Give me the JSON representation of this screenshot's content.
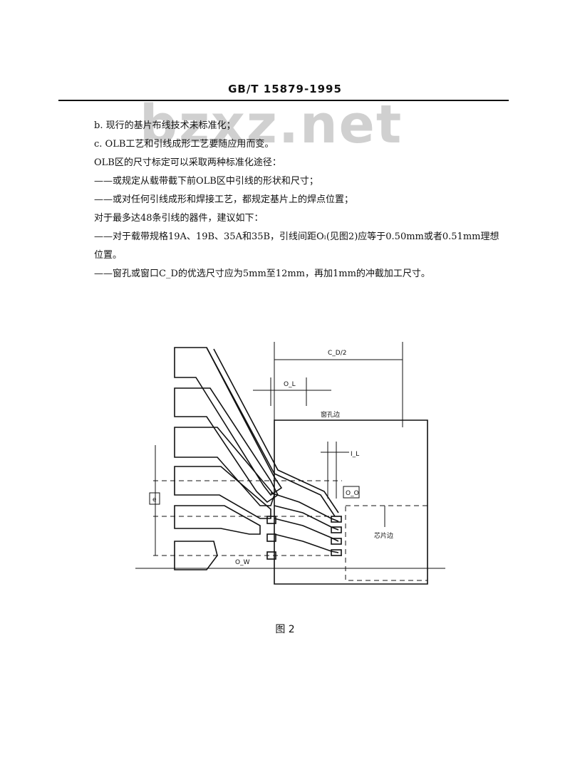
{
  "header": {
    "standard_code": "GB/T 15879-1995"
  },
  "watermark": {
    "text": "bzxz.net"
  },
  "body": {
    "item_b": "b.  现行的基片布线技术未标准化；",
    "item_c": "c.  OLB工艺和引线成形工艺要随应用而变。",
    "para_1": "OLB区的尺寸标定可以采取两种标准化途径：",
    "dash_1": "——或规定从载带截下前OLB区中引线的形状和尺寸；",
    "dash_2": "——或对任何引线成形和焊接工艺，都规定基片上的焊点位置；",
    "para_2": "对于最多达48条引线的器件，建议如下：",
    "dash_3": "——对于载带规格19A、19B、35A和35B，引线间距Oₗ(见图2)应等于0.50mm或者0.51mm理想",
    "dash_3_cont": "位置。",
    "dash_4": "——窗孔或窗口C_D的优选尺寸应为5mm至12mm，再加1mm的冲截加工尺寸。"
  },
  "figure": {
    "label_cd_half": "C_D/2",
    "label_ol": "O_L",
    "label_window_edge": "窗孔边",
    "label_il": "I_L",
    "label_oo": "O_O",
    "label_e": "e",
    "label_chip_edge": "芯片边",
    "label_ow": "O_W",
    "caption": "图 2"
  }
}
